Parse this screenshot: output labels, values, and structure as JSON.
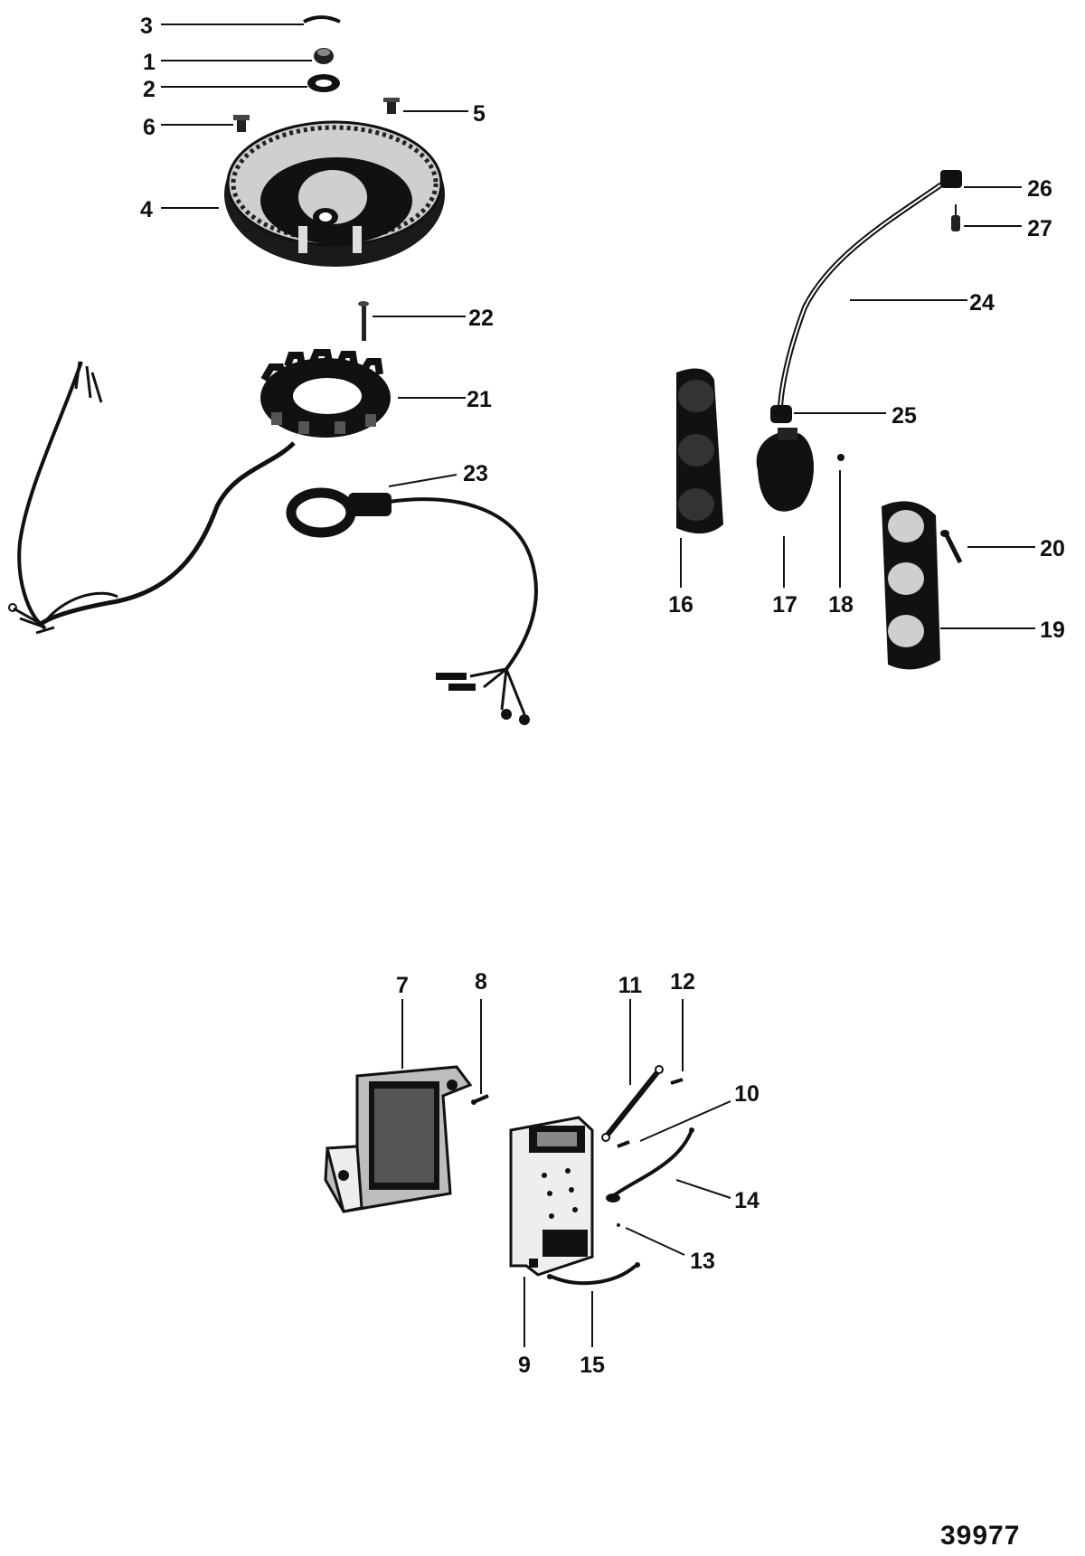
{
  "figure_number": "39977",
  "ink_color": "#111111",
  "paper_color": "#ffffff",
  "callouts": [
    {
      "id": "c1",
      "label": "1"
    },
    {
      "id": "c2",
      "label": "2"
    },
    {
      "id": "c3",
      "label": "3"
    },
    {
      "id": "c4",
      "label": "4"
    },
    {
      "id": "c5",
      "label": "5"
    },
    {
      "id": "c6",
      "label": "6"
    },
    {
      "id": "c7",
      "label": "7"
    },
    {
      "id": "c8",
      "label": "8"
    },
    {
      "id": "c9",
      "label": "9"
    },
    {
      "id": "c10",
      "label": "10"
    },
    {
      "id": "c11",
      "label": "11"
    },
    {
      "id": "c12",
      "label": "12"
    },
    {
      "id": "c13",
      "label": "13"
    },
    {
      "id": "c14",
      "label": "14"
    },
    {
      "id": "c15",
      "label": "15"
    },
    {
      "id": "c16",
      "label": "16"
    },
    {
      "id": "c17",
      "label": "17"
    },
    {
      "id": "c18",
      "label": "18"
    },
    {
      "id": "c19",
      "label": "19"
    },
    {
      "id": "c20",
      "label": "20"
    },
    {
      "id": "c21",
      "label": "21"
    },
    {
      "id": "c22",
      "label": "22"
    },
    {
      "id": "c23",
      "label": "23"
    },
    {
      "id": "c24",
      "label": "24"
    },
    {
      "id": "c25",
      "label": "25"
    },
    {
      "id": "c26",
      "label": "26"
    },
    {
      "id": "c27",
      "label": "27"
    }
  ]
}
